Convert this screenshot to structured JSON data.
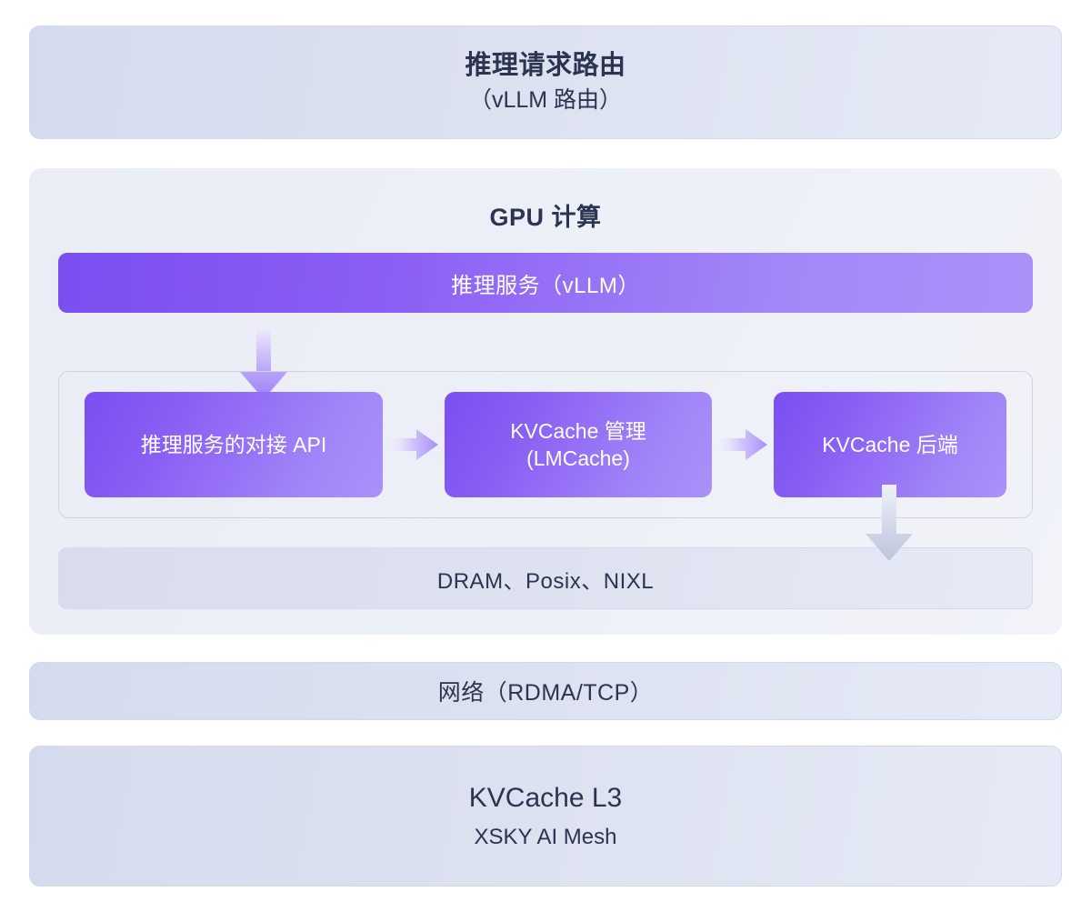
{
  "diagram": {
    "colors": {
      "page_background": "#ffffff",
      "band_lavender": "#dce1f0",
      "gpu_section_background": "#ecf0f7",
      "purple_gradient_start": "#7b4ef2",
      "purple_gradient_end": "#ab90f9",
      "text_navy": "#2b3450",
      "text_on_purple": "#ffffff",
      "group_border": "#cdd4e6",
      "arrow_purple": "#a48cf7",
      "arrow_gray": "#c6cde0"
    },
    "routing": {
      "title": "推理请求路由",
      "subtitle": "（vLLM 路由）"
    },
    "gpu": {
      "title": "GPU 计算",
      "service_bar": "推理服务（vLLM）",
      "flow": [
        {
          "label": "推理服务的对接 API",
          "sublabel": ""
        },
        {
          "label": "KVCache 管理",
          "sublabel": "(LMCache)"
        },
        {
          "label": "KVCache 后端",
          "sublabel": ""
        }
      ],
      "arrows": {
        "service_to_api": "arrow-down-purple",
        "api_to_mgmt": "arrow-right-purple",
        "mgmt_to_backend": "arrow-right-purple",
        "backend_to_storage": "arrow-down-gray"
      },
      "storage_bar": "DRAM、Posix、NIXL"
    },
    "network": {
      "label": "网络（RDMA/TCP）"
    },
    "l3": {
      "title": "KVCache L3",
      "subtitle": "XSKY AI Mesh"
    }
  }
}
